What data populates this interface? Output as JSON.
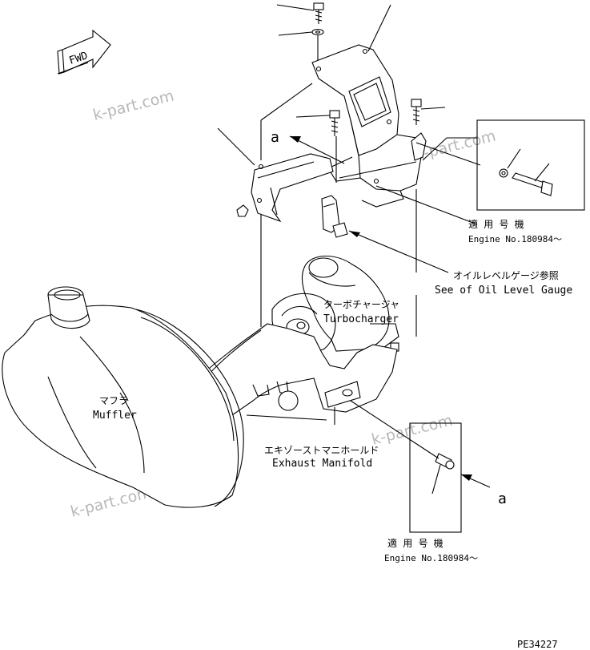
{
  "diagram": {
    "direction_marker": "FWD",
    "detail_letter_top": "a",
    "detail_letter_bottom": "a",
    "labels": {
      "applicable_top_jp": "適 用 号 機",
      "applicable_top_en": "Engine No.180984～",
      "oil_gauge_jp": "オイルレベルゲージ参照",
      "oil_gauge_en": "See of Oil Level Gauge",
      "turbo_jp": "ターボチャージャ",
      "turbo_en": "Turbocharger",
      "muffler_jp": "マフラ",
      "muffler_en": "Muffler",
      "manifold_jp": "エキゾーストマニホールド",
      "manifold_en": "Exhaust Manifold",
      "applicable_bottom_jp": "適 用 号 機",
      "applicable_bottom_en": "Engine No.180984～"
    },
    "watermarks": [
      "k-part.com",
      "k-part.com",
      "k-part.com",
      "k-part.com"
    ],
    "drawing_code": "PE34227"
  }
}
